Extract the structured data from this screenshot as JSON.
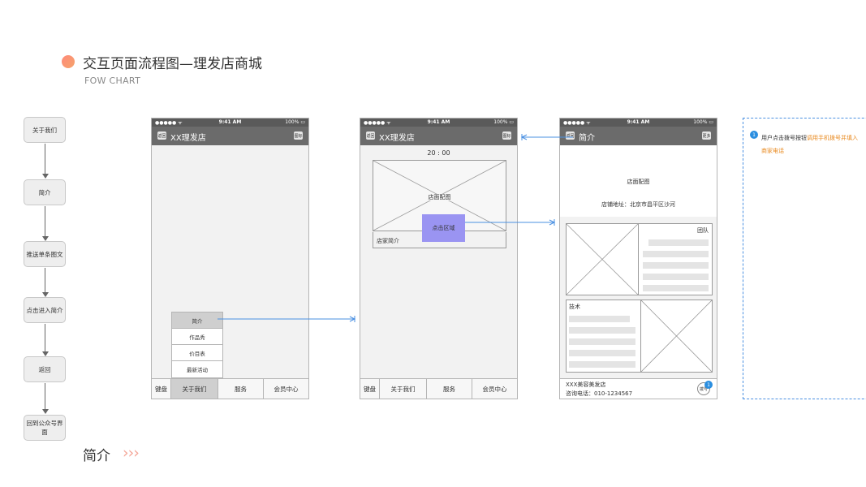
{
  "header": {
    "title": "交互页面流程图—理发店商城",
    "subtitle": "FOW CHART"
  },
  "flow": {
    "nodes": [
      "关于我们",
      "简介",
      "推送单条图文",
      "点击进入简介",
      "返回",
      "回到公众号界面"
    ]
  },
  "status_bar": {
    "signal": "●●●●● ᯤ",
    "time": "9:41 AM",
    "battery": "100% ▭"
  },
  "phone1": {
    "nav_back": "返回",
    "nav_title": "XX理发店",
    "nav_right": "图标",
    "popup": [
      "简介",
      "作品秀",
      "价目表",
      "最新活动"
    ],
    "tabs": [
      "键盘",
      "关于我们",
      "服务",
      "会员中心"
    ]
  },
  "phone2": {
    "nav_back": "返回",
    "nav_title": "XX理发店",
    "nav_right": "图标",
    "time_label": "20 : 00",
    "image_label": "店面配图",
    "click_area": "点击区域",
    "intro_label": "店家简介",
    "tabs": [
      "键盘",
      "关于我们",
      "服务",
      "会员中心"
    ]
  },
  "phone3": {
    "nav_back": "返回",
    "nav_title": "简介",
    "nav_right": "更多",
    "image_label": "店面配图",
    "address": "店铺地址：北京市昌平区沙河",
    "team_label": "团队",
    "tech_label": "技术",
    "shop_name": "XXX美容美发店",
    "phone": "咨询电话：010-1234567",
    "dial_button": "拨号",
    "badge": "1"
  },
  "annotation": {
    "badge": "1",
    "text_plain": "用户点击拨号按钮",
    "text_highlight1": "调用手机拨号并填入",
    "text_highlight2": "商家电话"
  },
  "footer": {
    "title": "简介",
    "chevrons": "›››"
  },
  "colors": {
    "accent": "#4a90e2",
    "highlight": "#9a94f2",
    "annotation_orange": "#e8891e"
  }
}
